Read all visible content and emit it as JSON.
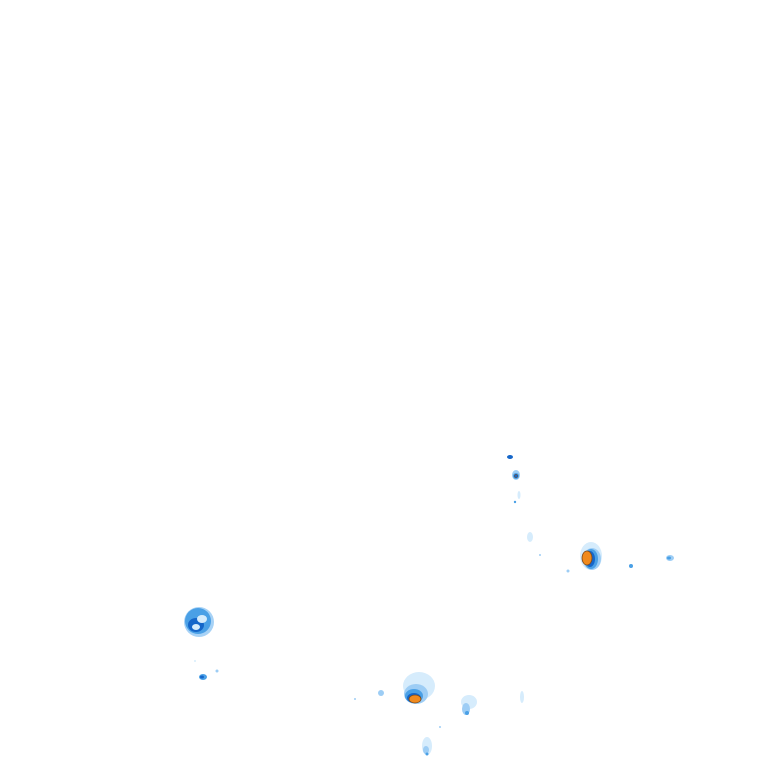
{
  "map": {
    "background": "#ffffff",
    "palette": {
      "very_light": "#d6ecfc",
      "light": "#9dcdf5",
      "medium": "#4aa0e6",
      "strong": "#1566c9",
      "core": "#f08a1e",
      "core_edge": "#7a4a1f"
    },
    "echoes": [
      {
        "name": "echo-west-cluster",
        "intensity": "medium"
      },
      {
        "name": "echo-west-small",
        "intensity": "medium"
      },
      {
        "name": "echo-south-center",
        "intensity": "core"
      },
      {
        "name": "echo-south-east-small",
        "intensity": "light"
      },
      {
        "name": "echo-east-cell",
        "intensity": "core"
      },
      {
        "name": "echo-north-streak",
        "intensity": "strong"
      },
      {
        "name": "echo-far-east",
        "intensity": "light"
      },
      {
        "name": "echo-south-bottom",
        "intensity": "light"
      }
    ]
  }
}
